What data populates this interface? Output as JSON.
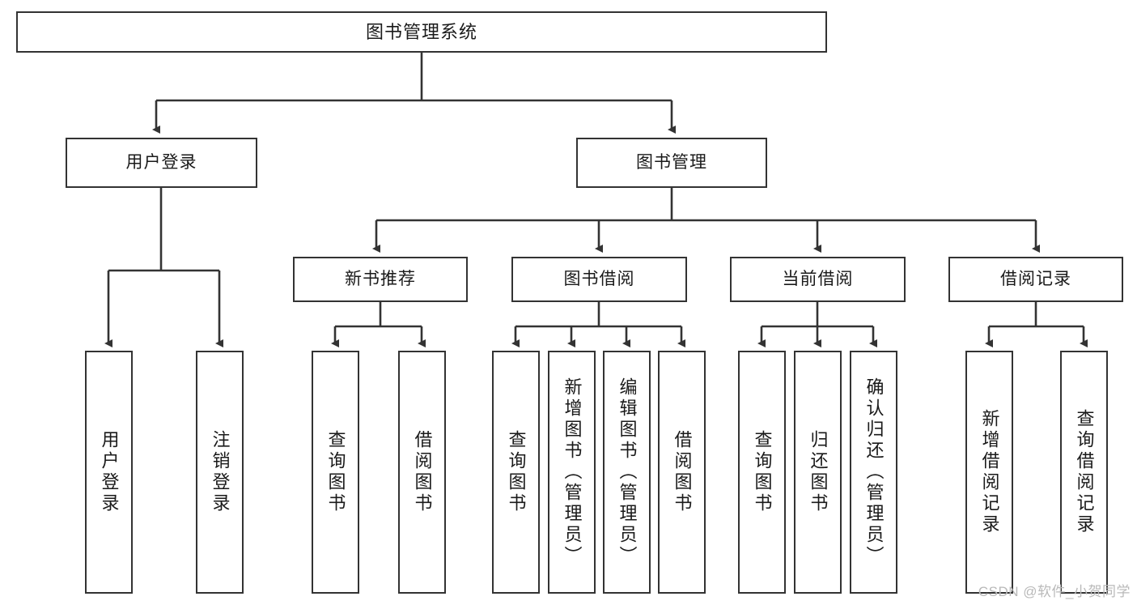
{
  "diagram": {
    "title_node": {
      "id": "root",
      "label": "图书管理系统"
    },
    "level2": [
      {
        "id": "user-login",
        "label": "用户登录"
      },
      {
        "id": "book-manage",
        "label": "图书管理"
      }
    ],
    "level3": [
      {
        "id": "new-book-rec",
        "label": "新书推荐"
      },
      {
        "id": "book-borrow",
        "label": "图书借阅"
      },
      {
        "id": "current-borrow",
        "label": "当前借阅"
      },
      {
        "id": "borrow-record",
        "label": "借阅记录"
      }
    ],
    "leaves": {
      "user_login": [
        {
          "id": "leaf-user-login",
          "label": "用户登录"
        },
        {
          "id": "leaf-logout-login",
          "label": "注销登录"
        }
      ],
      "new_book_rec": [
        {
          "id": "leaf-query-book-1",
          "label": "查询图书"
        },
        {
          "id": "leaf-borrow-book-1",
          "label": "借阅图书"
        }
      ],
      "book_borrow": [
        {
          "id": "leaf-query-book-2",
          "label": "查询图书"
        },
        {
          "id": "leaf-add-book",
          "label": "新增图书（管理员）"
        },
        {
          "id": "leaf-edit-book",
          "label": "编辑图书（管理员）"
        },
        {
          "id": "leaf-borrow-book-2",
          "label": "借阅图书"
        }
      ],
      "current_borrow": [
        {
          "id": "leaf-query-book-3",
          "label": "查询图书"
        },
        {
          "id": "leaf-return-book",
          "label": "归还图书"
        },
        {
          "id": "leaf-confirm-return",
          "label": "确认归还（管理员）"
        }
      ],
      "borrow_record": [
        {
          "id": "leaf-add-record",
          "label": "新增借阅记录"
        },
        {
          "id": "leaf-query-record",
          "label": "查询借阅记录"
        }
      ]
    }
  },
  "watermark": {
    "text": "CSDN @软件_小贺同学"
  },
  "colors": {
    "box_border": "#333333",
    "box_fill": "#ffffff",
    "connector": "#333333",
    "text": "#1a1a1a",
    "watermark": "#b9b9b9",
    "background": "#ffffff"
  }
}
